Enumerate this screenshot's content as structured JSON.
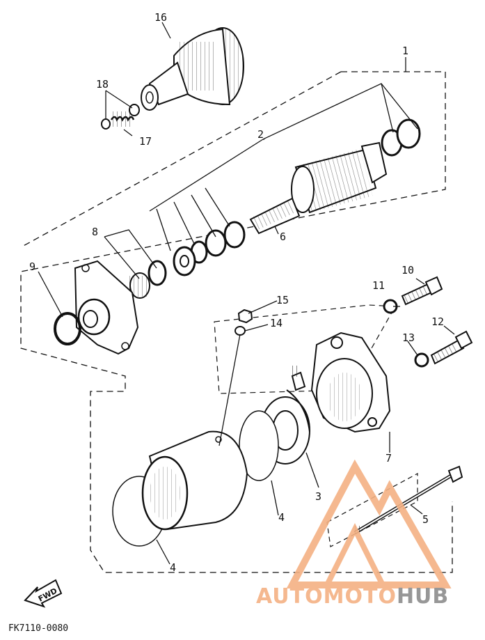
{
  "callouts": {
    "c1": "1",
    "c2": "2",
    "c3": "3",
    "c4a": "4",
    "c4b": "4",
    "c5": "5",
    "c6": "6",
    "c7": "7",
    "c8": "8",
    "c9": "9",
    "c10": "10",
    "c11": "11",
    "c12": "12",
    "c13": "13",
    "c14": "14",
    "c15": "15",
    "c16": "16",
    "c17": "17",
    "c18": "18"
  },
  "drawing_code": "FK7110-0080",
  "fwd_label": "FWD",
  "watermark": {
    "part1": "AUTOMOTO",
    "part2": "HUB",
    "color_primary": "#f4b183",
    "color_secondary": "#8c8c8c"
  }
}
